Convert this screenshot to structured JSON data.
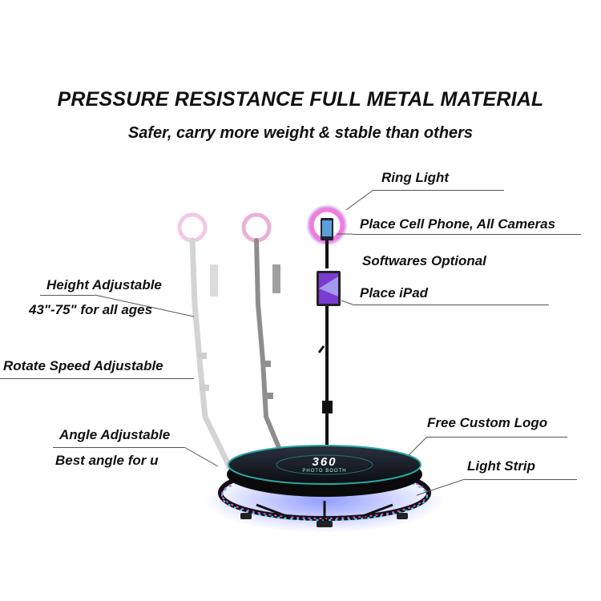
{
  "header": {
    "title": "PRESSURE RESISTANCE FULL METAL MATERIAL",
    "subtitle": "Safer, carry more weight & stable than others"
  },
  "labels": {
    "ring_light": "Ring Light",
    "place_phone": "Place Cell Phone, All Cameras",
    "softwares": "Softwares Optional",
    "place_ipad": "Place iPad",
    "height_adjustable": "Height Adjustable",
    "height_range": "43\"-75\" for all ages",
    "rotate_speed": "Rotate Speed Adjustable",
    "angle_adjustable": "Angle Adjustable",
    "best_angle": "Best angle for u",
    "free_logo": "Free Custom Logo",
    "light_strip": "Light Strip"
  },
  "platform": {
    "logo_text": "360",
    "logo_subtext": "PHOTO BOOTH"
  },
  "colors": {
    "ring_glow": "#e052c8",
    "platform_rim": "#2aa7a0",
    "led_strip": "#5a7bff",
    "arm_light": "#d9d9d9",
    "arm_mid": "#9a9a9a",
    "arm_dark": "#111111"
  }
}
